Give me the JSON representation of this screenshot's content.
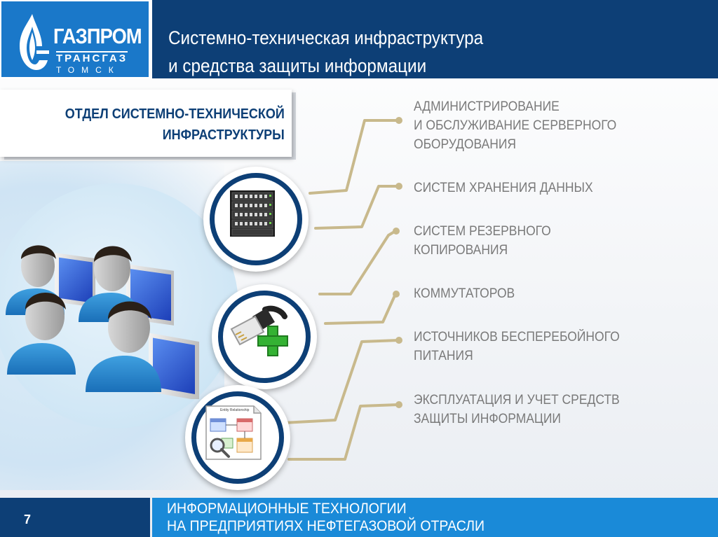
{
  "header": {
    "logo": {
      "line1": "ГАЗПРОМ",
      "line2": "ТРАНСГАЗ",
      "line3": "ТОМСК"
    },
    "title_line1": "Системно-техническая инфраструктура",
    "title_line2": "и средства защиты информации"
  },
  "department": {
    "line1": "ОТДЕЛ СИСТЕМНО-ТЕХНИЧЕСКОЙ",
    "line2": "ИНФРАСТРУКТУРЫ"
  },
  "items": [
    {
      "lines": [
        "АДМИНИСТРИРОВАНИЕ",
        "И ОБСЛУЖИВАНИЕ СЕРВЕРНОГО",
        "ОБОРУДОВАНИЯ"
      ]
    },
    {
      "lines": [
        "СИСТЕМ ХРАНЕНИЯ ДАННЫХ"
      ]
    },
    {
      "lines": [
        "СИСТЕМ РЕЗЕРВНОГО",
        "КОПИРОВАНИЯ"
      ]
    },
    {
      "lines": [
        "КОММУТАТОРОВ"
      ]
    },
    {
      "lines": [
        "ИСТОЧНИКОВ БЕСПЕРЕБОЙНОГО",
        "ПИТАНИЯ"
      ]
    },
    {
      "lines": [
        "ЭКСПЛУАТАЦИЯ И УЧЕТ СРЕДСТВ",
        "ЗАЩИТЫ ИНФОРМАЦИИ"
      ]
    }
  ],
  "diagram_caption": "Entity Relationship",
  "footer": {
    "page_number": "7",
    "line1": "ИНФОРМАЦИОННЫЕ ТЕХНОЛОГИИ",
    "line2": "НА ПРЕДПРИЯТИЯХ НЕФТЕГАЗОВОЙ ОТРАСЛИ"
  },
  "colors": {
    "dark_blue": "#0d3f76",
    "brand_blue": "#1a78c9",
    "footer_blue": "#1a8ad8",
    "connector": "#c8b98c",
    "text_gray": "#7a7a7a"
  },
  "icons": [
    "gazprom-flame-icon",
    "users-computers-icon",
    "server-rack-icon",
    "network-cable-plus-icon",
    "entity-diagram-icon"
  ]
}
